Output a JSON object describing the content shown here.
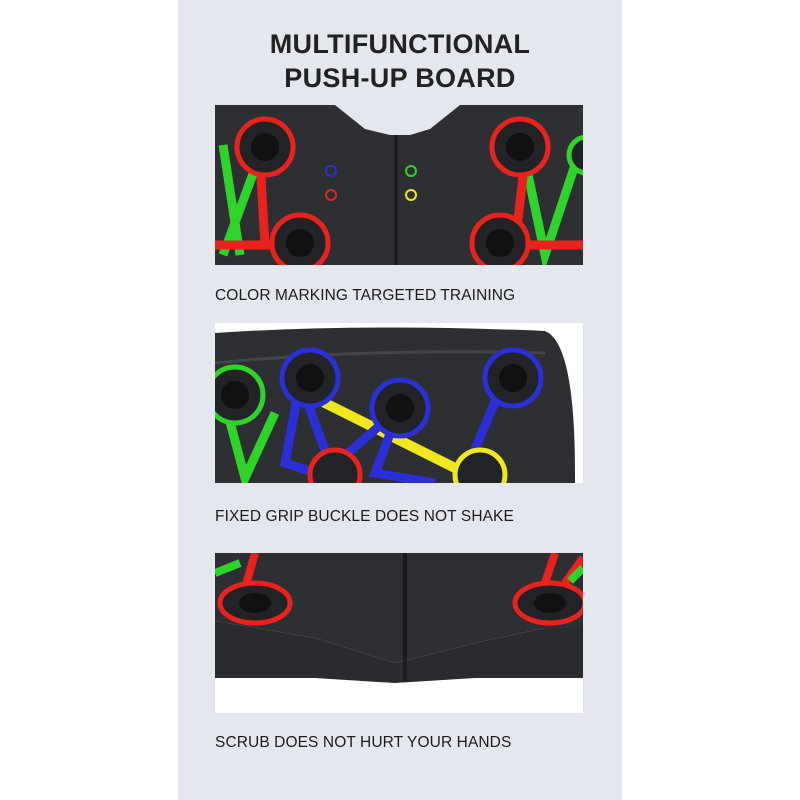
{
  "title": {
    "line1": "MULTIFUNCTIONAL",
    "line2": "PUSH-UP BOARD"
  },
  "captions": [
    "COLOR MARKING TARGETED TRAINING",
    "FIXED GRIP BUCKLE DOES NOT SHAKE",
    "SCRUB DOES NOT HURT YOUR HANDS"
  ],
  "colors": {
    "panel_bg": "#e4e7ee",
    "board": "#2e2f33",
    "red": "#e8221c",
    "green": "#2fd42a",
    "blue": "#2a2fd6",
    "yellow": "#f0e81e"
  }
}
